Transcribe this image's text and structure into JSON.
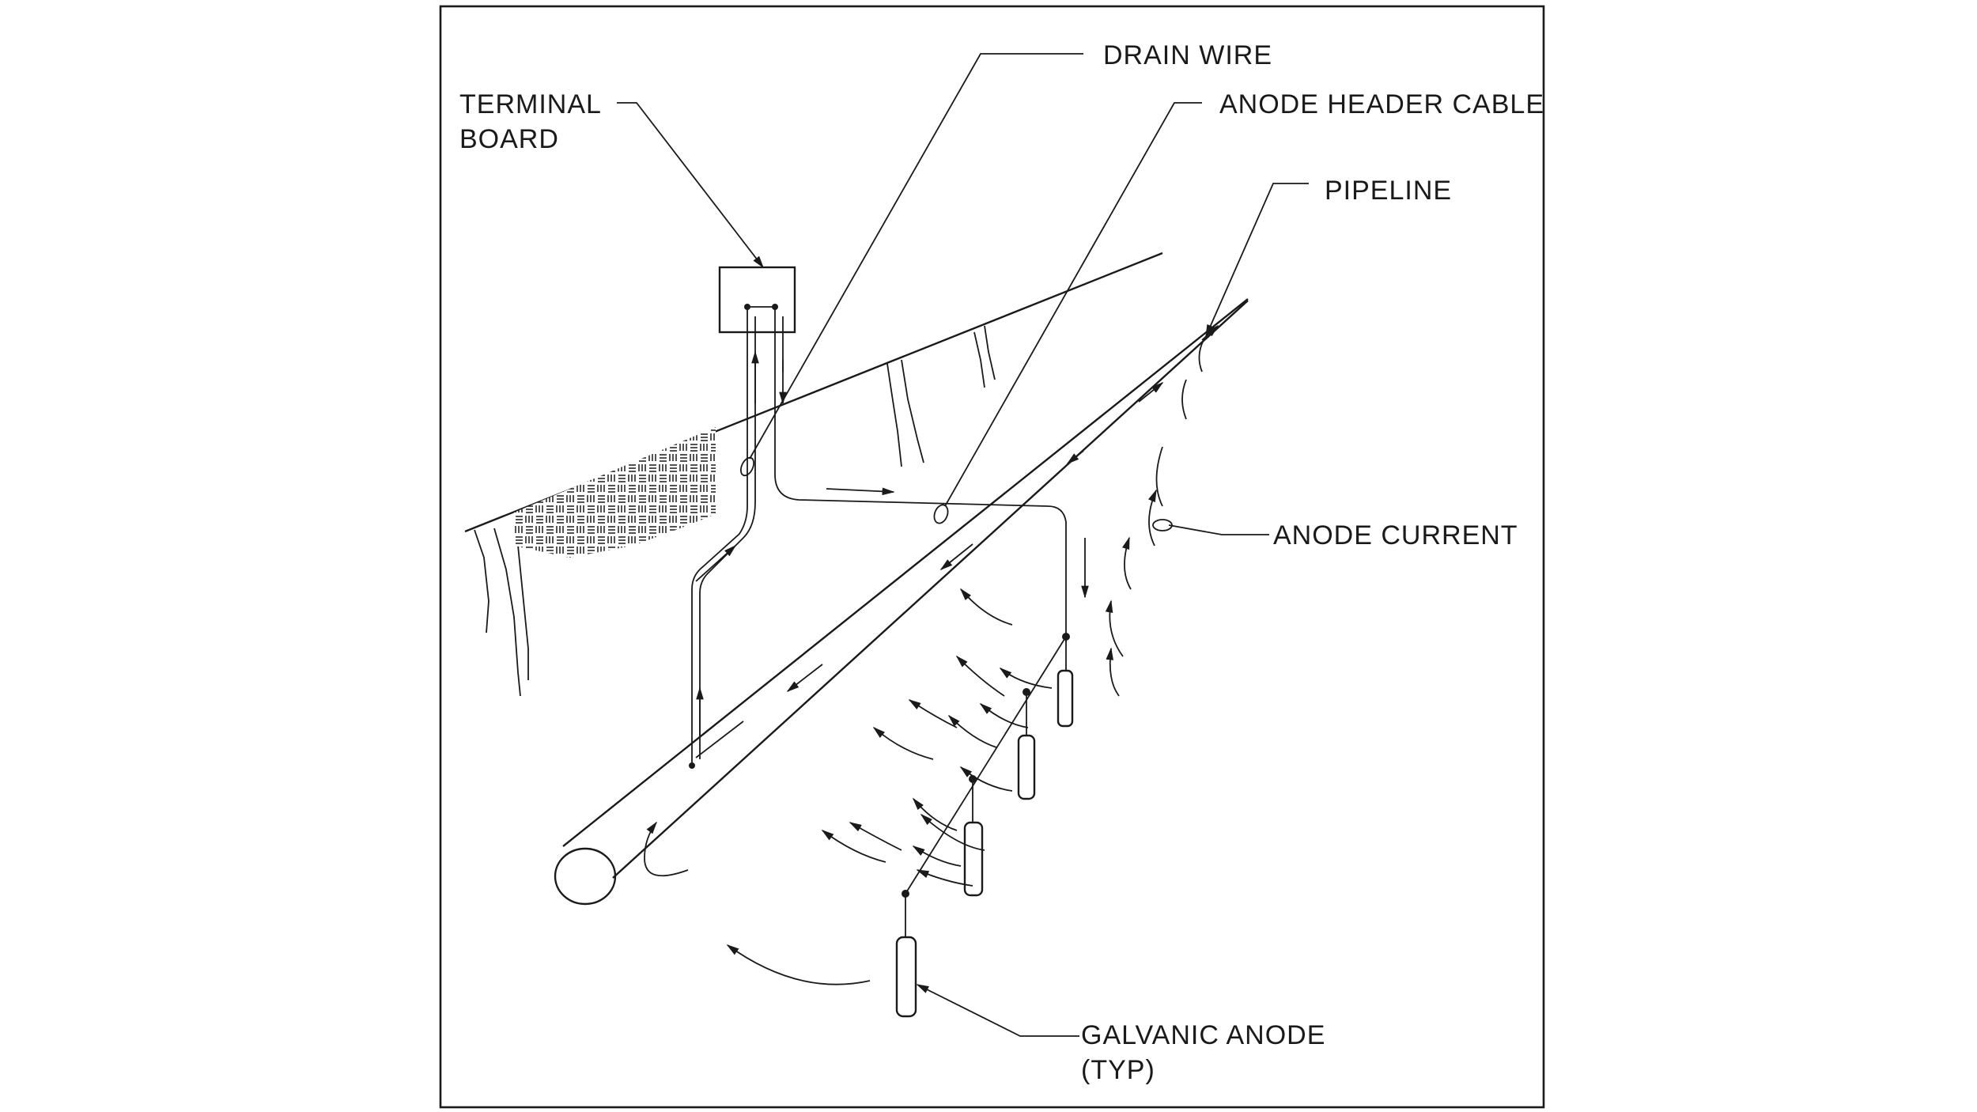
{
  "labels": {
    "terminal_board": [
      "TERMINAL",
      "BOARD"
    ],
    "drain_wire": "DRAIN WIRE",
    "anode_header_cable": "ANODE HEADER CABLE",
    "pipeline": "PIPELINE",
    "anode_current": "ANODE CURRENT",
    "galvanic_anode": [
      "GALVANIC ANODE",
      "(TYP)"
    ]
  },
  "colors": {
    "line": "#1a1a1a",
    "background": "#ffffff"
  }
}
